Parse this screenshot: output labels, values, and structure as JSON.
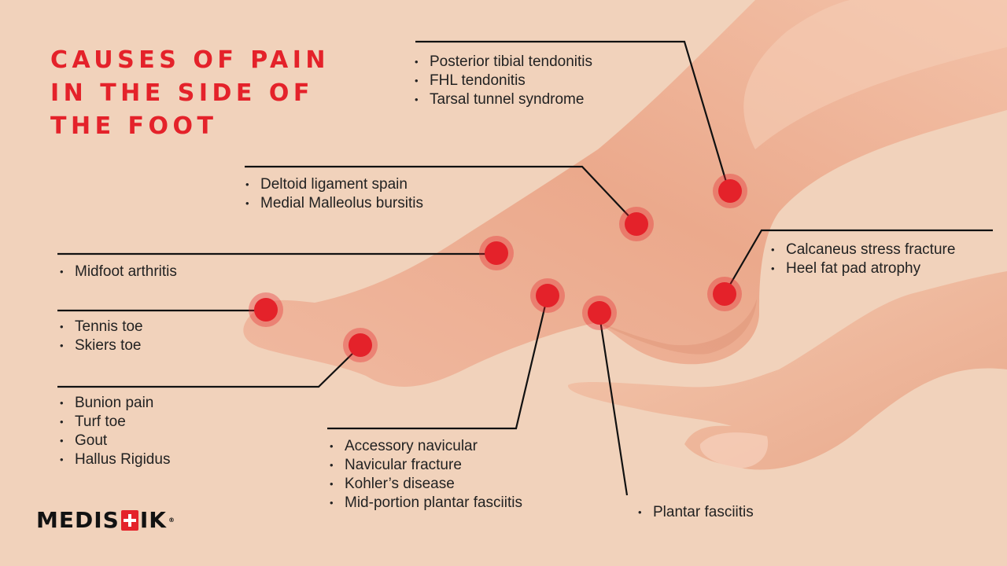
{
  "title": {
    "lines": [
      "CAUSES OF PAIN",
      "IN THE SIDE OF",
      "THE FOOT"
    ]
  },
  "groups": {
    "posterior": [
      "Posterior tibial tendonitis",
      "FHL tendonitis",
      "Tarsal tunnel syndrome"
    ],
    "deltoid": [
      "Deltoid ligament spain",
      "Medial Malleolus bursitis"
    ],
    "calcaneus": [
      "Calcaneus stress fracture",
      "Heel fat pad atrophy"
    ],
    "midfoot": [
      "Midfoot arthritis"
    ],
    "tennis": [
      "Tennis toe",
      "Skiers toe"
    ],
    "bunion": [
      "Bunion pain",
      "Turf toe",
      "Gout",
      "Hallus Rigidus"
    ],
    "navicular": [
      "Accessory navicular",
      "Navicular fracture",
      "Kohler’s disease",
      "Mid-portion plantar fasciitis"
    ],
    "plantar": [
      "Plantar fasciitis"
    ]
  },
  "logo": {
    "left": "MEDIS",
    "right": "IK",
    "mark": "®",
    "cross_icon": "medical-cross-icon"
  },
  "colors": {
    "background": "#f1d2bb",
    "accent": "#e4222a",
    "text": "#1c1c1c"
  }
}
